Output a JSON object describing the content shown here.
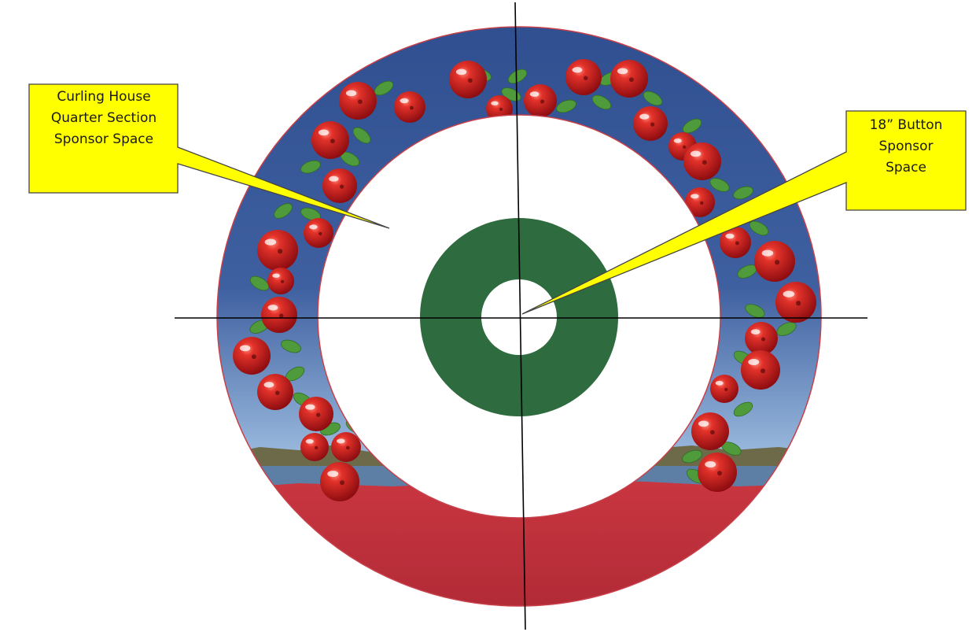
{
  "colors": {
    "sky_top": "#3a5a9a",
    "sky_bottom": "#9ab8dc",
    "bog_red": "#c0333f",
    "button_green": "#2e6b3e",
    "callout_fill": "#ffff00",
    "callout_border": "#444444",
    "berry_red": "#d42020",
    "leaf_green": "#4f9a3a",
    "line": "#000000"
  },
  "callouts": {
    "house_quarter": {
      "lines": [
        "Curling House",
        "Quarter Section",
        "Sponsor Space"
      ]
    },
    "button": {
      "lines": [
        "18” Button",
        "Sponsor",
        "Space"
      ]
    }
  },
  "icons": {
    "cranberry": "cranberry-icon",
    "leaf": "leaf-icon"
  }
}
